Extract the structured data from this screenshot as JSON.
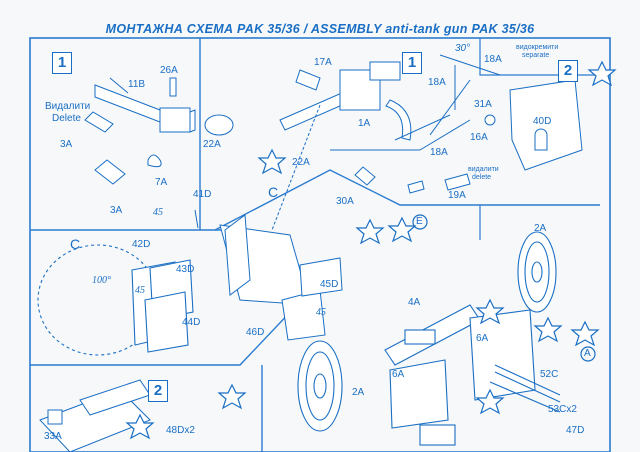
{
  "title": "МОНТАЖНА  СХЕМА  PAK 35/36 / ASSEMBLY  anti-tank gun PAK 35/36",
  "step_boxes": [
    "1",
    "1",
    "2",
    "2"
  ],
  "panel1": {
    "parts": [
      "11B",
      "26A",
      "3A",
      "7A",
      "3A"
    ],
    "remove_ua": "Видалити",
    "remove_en": "Delete"
  },
  "panel_main": {
    "parts": [
      "17A",
      "22A",
      "22A",
      "1A",
      "30A",
      "18A",
      "16A",
      "19A",
      "18A",
      "31A",
      "18A"
    ],
    "angle": "30°",
    "separate_ua": "видокремити",
    "separate_en": "separate",
    "remove_ua": "видалити",
    "remove_en": "delete",
    "badge": "E"
  },
  "panel2_top": {
    "parts": [
      "40D"
    ]
  },
  "panel_c": {
    "detail": "C",
    "angle1": "100°",
    "angle2": "45",
    "parts": [
      "42D",
      "43D",
      "44D"
    ]
  },
  "panel_mid": {
    "pointer": "C",
    "angle1": "45",
    "angle2": "45",
    "parts": [
      "41D",
      "45D",
      "46D"
    ]
  },
  "panel_wheels": {
    "parts": [
      "2A",
      "4A",
      "6A",
      "6A",
      "2A",
      "52C",
      "53Cx2",
      "47D"
    ],
    "badge": "A"
  },
  "panel_bottom": {
    "parts": [
      "33A",
      "48Dx2"
    ]
  }
}
